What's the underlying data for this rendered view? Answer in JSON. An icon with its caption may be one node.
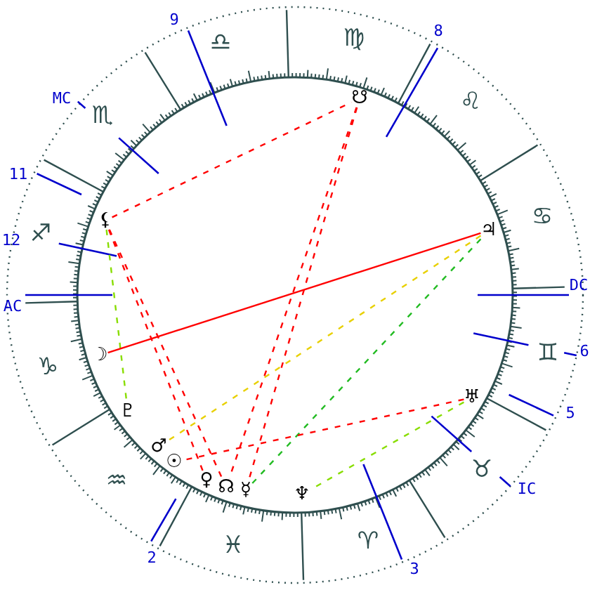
{
  "diagram": {
    "nodes": [
      {
        "text": [
          "☋"
        ]
      },
      {
        "text": [
          "⚸"
        ]
      },
      {
        "text": [
          "♃"
        ]
      },
      {
        "text": [
          "☽"
        ]
      },
      {
        "text": [
          "♅"
        ]
      },
      {
        "text": [
          "♇"
        ]
      },
      {
        "text": [
          "♂"
        ]
      },
      {
        "text": [
          "☉"
        ]
      },
      {
        "text": [
          "♀"
        ]
      },
      {
        "text": [
          "☊"
        ]
      },
      {
        "text": [
          "☿"
        ]
      },
      {
        "text": [
          "♆"
        ]
      }
    ],
    "edges": [
      {
        "from": 1,
        "to": 0,
        "arrow": "none",
        "style": "dashed"
      },
      {
        "from": 1,
        "to": 5,
        "arrow": "none",
        "style": "dashed",
        "color": "#88dd00"
      },
      {
        "from": 1,
        "to": 8,
        "arrow": "none",
        "style": "dashed"
      },
      {
        "from": 1,
        "to": 9,
        "arrow": "none",
        "style": "dashed"
      },
      {
        "from": 3,
        "to": 2,
        "arrow": "none"
      },
      {
        "from": 2,
        "to": 6,
        "arrow": "none",
        "style": "dashed",
        "color": "#e8d000"
      },
      {
        "from": 2,
        "to": 10,
        "arrow": "none",
        "style": "dashed",
        "color": "#22bb22"
      },
      {
        "from": 4,
        "to": 7,
        "arrow": "none",
        "style": "dashed"
      },
      {
        "from": 4,
        "to": 11,
        "arrow": "none",
        "style": "dashed",
        "color": "#88dd00"
      },
      {
        "from": 0,
        "to": 9,
        "arrow": "none",
        "style": "dashed"
      },
      {
        "from": 0,
        "to": 10,
        "arrow": "none",
        "style": "dashed"
      }
    ],
    "labels": [
      "9",
      "8",
      "♎",
      "♍",
      "MC",
      "♌",
      "♏",
      "11",
      "♋",
      "♐",
      "12",
      "AC",
      "DC",
      "♊",
      "6",
      "♑",
      "5",
      "♒",
      "♉",
      "IC",
      "♓",
      "♈",
      "2",
      "3"
    ]
  }
}
